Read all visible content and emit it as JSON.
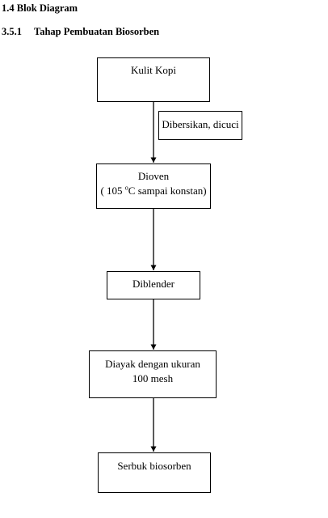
{
  "headings": {
    "section": "1.4  Blok Diagram",
    "subsection_number": "3.5.1",
    "subsection_title": "Tahap Pembuatan Biosorben"
  },
  "flow": {
    "step1": "Kulit Kopi",
    "side_note": "Dibersikan, dicuci",
    "step2_line1": "Dioven",
    "step2_line2_pre": "( 105 ",
    "step2_sup": "o",
    "step2_line2_post": "C sampai konstan)",
    "step3": "Diblender",
    "step4_line1": "Diayak dengan ukuran",
    "step4_line2": "100 mesh",
    "step5": "Serbuk biosorben"
  }
}
